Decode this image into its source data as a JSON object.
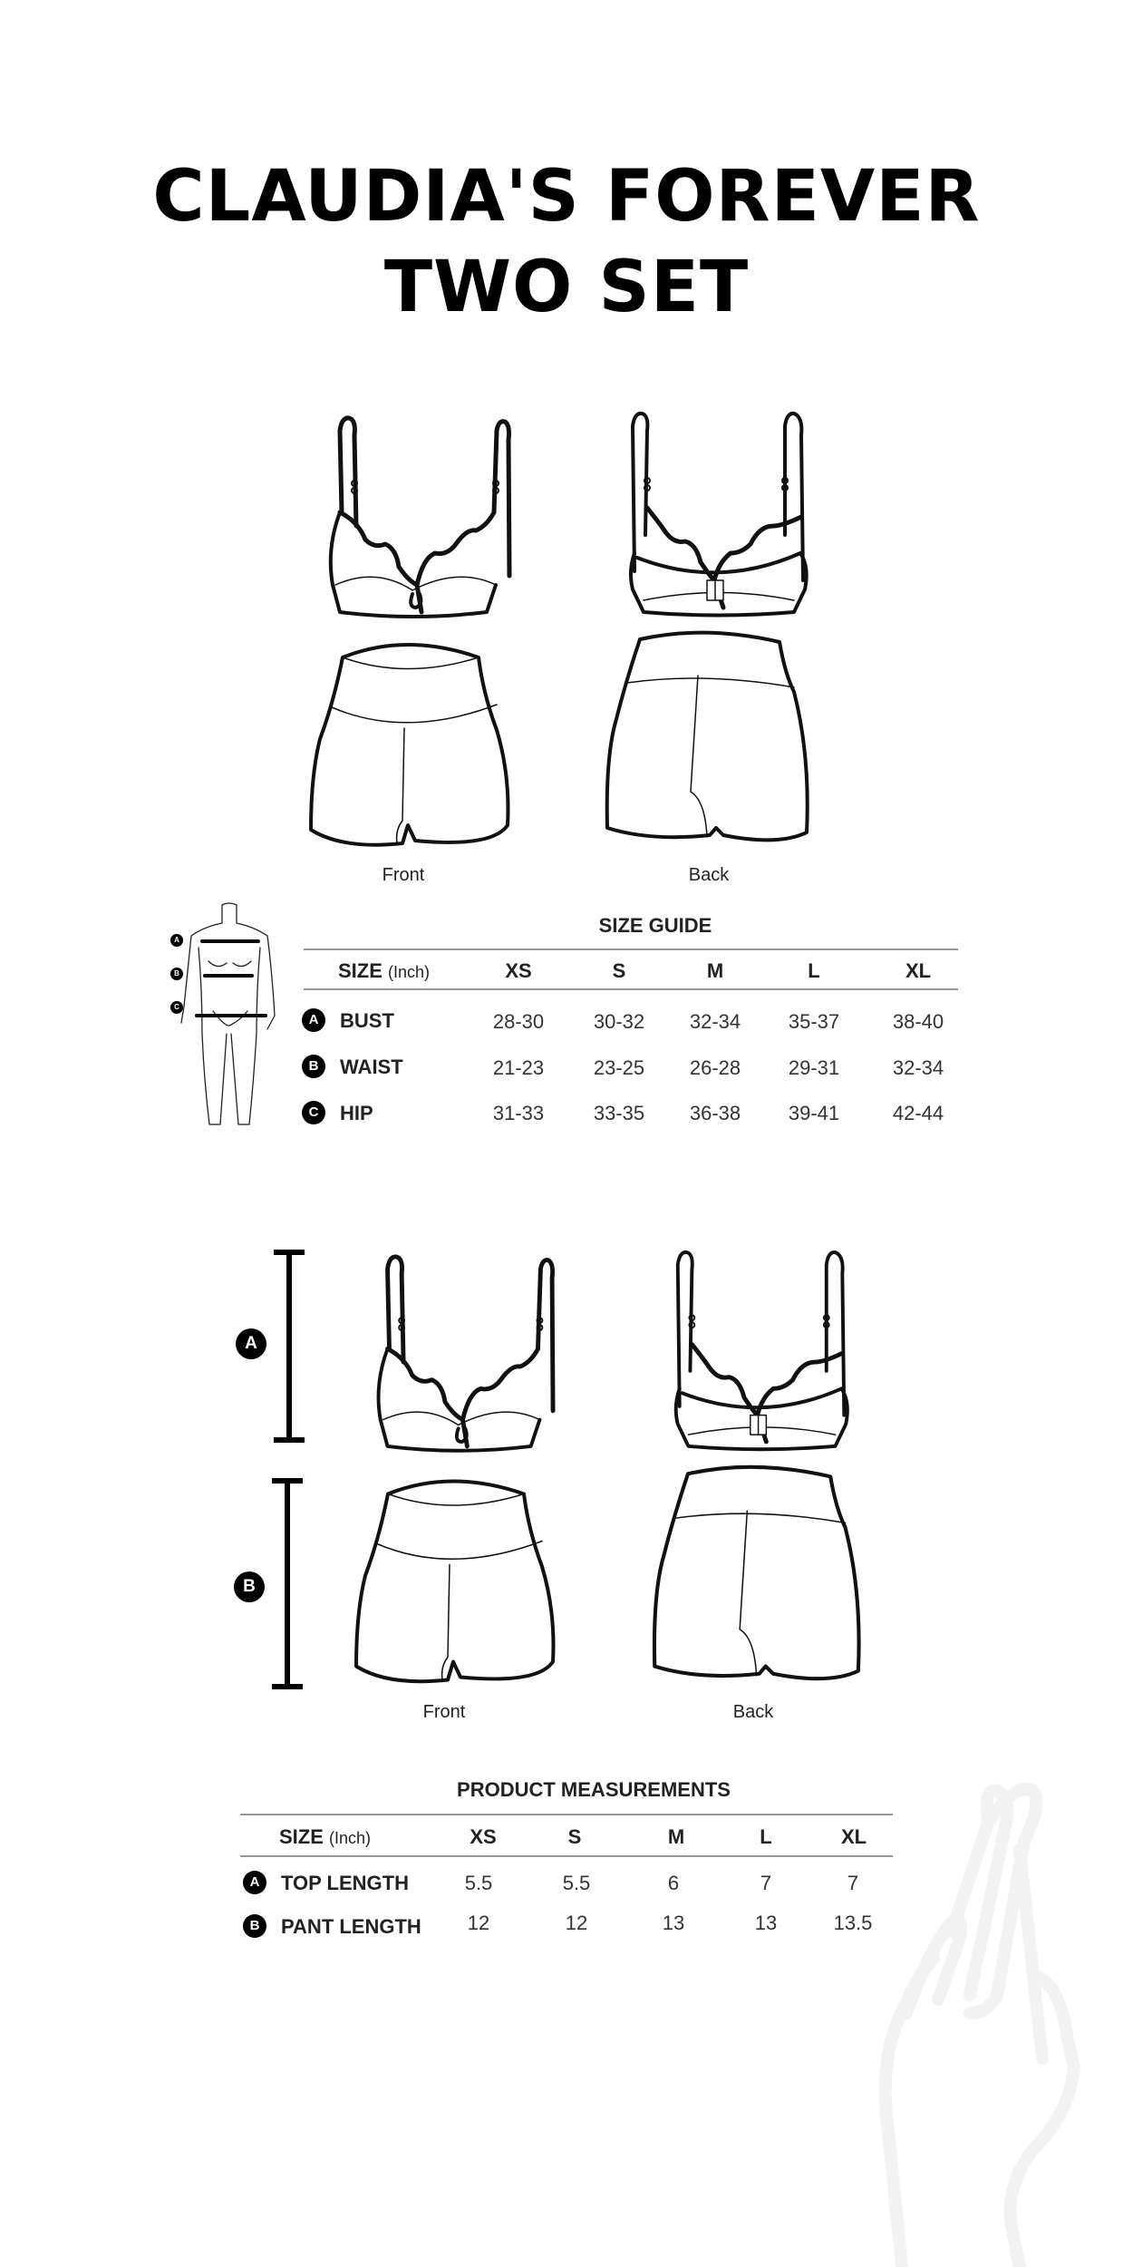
{
  "title": {
    "line1": "CLAUDIA'S FOREVER",
    "line2": "TWO SET"
  },
  "views_top": {
    "front_label": "Front",
    "back_label": "Back"
  },
  "size_guide": {
    "title": "SIZE GUIDE",
    "size_label": "SIZE",
    "unit_label": "(Inch)",
    "columns": [
      "XS",
      "S",
      "M",
      "L",
      "XL"
    ],
    "rows": [
      {
        "badge": "A",
        "label": "BUST",
        "values": [
          "28-30",
          "30-32",
          "32-34",
          "35-37",
          "38-40"
        ]
      },
      {
        "badge": "B",
        "label": "WAIST",
        "values": [
          "21-23",
          "23-25",
          "26-28",
          "29-31",
          "32-34"
        ]
      },
      {
        "badge": "C",
        "label": "HIP",
        "values": [
          "31-33",
          "33-35",
          "36-38",
          "39-41",
          "42-44"
        ]
      }
    ],
    "mannequin_markers": [
      "A",
      "B",
      "C"
    ]
  },
  "views_bottom": {
    "front_label": "Front",
    "back_label": "Back",
    "markers": [
      "A",
      "B"
    ]
  },
  "product_measurements": {
    "title": "PRODUCT MEASUREMENTS",
    "size_label": "SIZE",
    "unit_label": "(Inch)",
    "columns": [
      "XS",
      "S",
      "M",
      "L",
      "XL"
    ],
    "rows": [
      {
        "badge": "A",
        "label": "TOP LENGTH",
        "values": [
          "5.5",
          "5.5",
          "6",
          "7",
          "7"
        ]
      },
      {
        "badge": "B",
        "label": "PANT LENGTH",
        "values": [
          "12",
          "12",
          "13",
          "13",
          "13.5"
        ]
      }
    ]
  },
  "colors": {
    "text": "#111111",
    "rule": "#9a9a9a",
    "badge": "#000000",
    "decoration": "#f3f3f3"
  },
  "icons": {
    "decoration": "crossed-fingers-icon"
  }
}
